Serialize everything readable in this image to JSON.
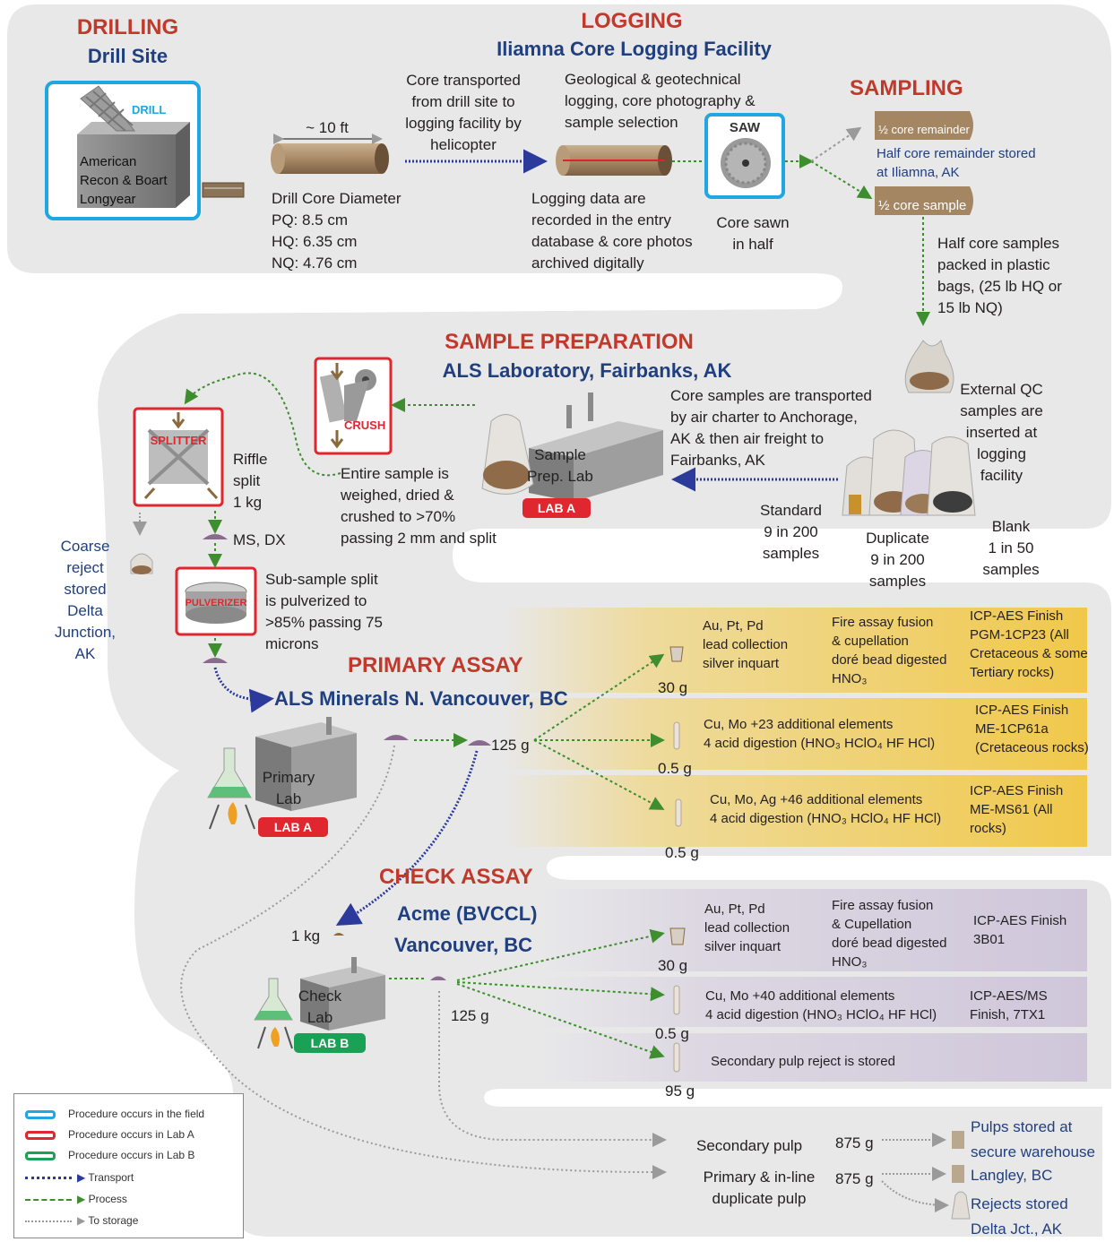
{
  "sections": {
    "drilling": {
      "title": "DRILLING",
      "subtitle": "Drill Site"
    },
    "logging": {
      "title": "LOGGING",
      "subtitle": "Iliamna Core Logging Facility"
    },
    "sampling": {
      "title": "SAMPLING"
    },
    "sample_prep": {
      "title": "SAMPLE PREPARATION",
      "subtitle": "ALS Laboratory, Fairbanks, AK"
    },
    "primary_assay": {
      "title": "PRIMARY ASSAY",
      "subtitle": "ALS Minerals N. Vancouver, BC"
    },
    "check_assay": {
      "title": "CHECK ASSAY",
      "subtitle_1": "Acme (BVCCL)",
      "subtitle_2": "Vancouver, BC"
    }
  },
  "drilling": {
    "drill_label": "DRILL",
    "contractor": "American\nRecon & Boart\nLongyear",
    "core_length": "~ 10 ft",
    "core_diameter": "Drill Core Diameter\nPQ: 8.5 cm\nHQ: 6.35 cm\nNQ: 4.76 cm",
    "transport_note": "Core transported\nfrom drill site to\nlogging facility by\nhelicopter"
  },
  "logging": {
    "logging_note": "Geological & geotechnical\nlogging, core photography &\nsample selection",
    "data_note": "Logging data are\nrecorded in the entry\ndatabase & core photos\narchived digitally",
    "saw_label": "SAW",
    "saw_note": "Core sawn\nin half"
  },
  "sampling": {
    "remainder_label": "½ core remainder",
    "remainder_note": "Half core remainder stored\nat Iliamna, AK",
    "sample_label": "½ core sample",
    "packing_note": "Half core samples\npacked in plastic\nbags, (25 lb HQ or\n15 lb NQ)",
    "external_qc": "External QC\nsamples are\ninserted at\nlogging\nfacility",
    "transport_note": "Core samples are transported\nby air charter to Anchorage,\nAK & then air freight to\nFairbanks, AK",
    "standard": "Standard\n9 in 200\nsamples",
    "duplicate": "Duplicate\n9 in 200\nsamples",
    "blank": "Blank\n1 in 50\nsamples"
  },
  "sample_prep": {
    "crush_label": "CRUSH",
    "crush_note": "Entire sample is\nweighed, dried &\ncrushed to >70%\npassing 2 mm and split",
    "lab_label": "Sample\nPrep. Lab",
    "lab_badge": "LAB A",
    "splitter_label": "SPLITTER",
    "riffle_note": "Riffle\nsplit\n1 kg",
    "ms_dx": "MS, DX",
    "coarse_reject": "Coarse\nreject\nstored\nDelta\nJunction,\nAK",
    "pulverizer_label": "PULVERIZER",
    "pulverize_note": "Sub-sample split\nis pulverized to\n>85% passing 75\nmicrons"
  },
  "primary_assay": {
    "lab_label": "Primary\nLab",
    "lab_badge": "LAB A",
    "split_mass": "125 g",
    "rows": [
      {
        "analytes": "Au, Pt, Pd\nlead collection\nsilver inquart",
        "method": "Fire assay fusion\n& cupellation\ndoré bead digested\nHNO₃",
        "finish": "ICP-AES Finish\nPGM-1CP23 (All\nCretaceous & some\nTertiary rocks)",
        "mass": "30 g"
      },
      {
        "analytes": "Cu, Mo +23 additional elements\n4 acid digestion (HNO₃ HClO₄ HF HCl)",
        "finish": "ICP-AES Finish\nME-1CP61a\n(Cretaceous rocks)",
        "mass": "0.5 g"
      },
      {
        "analytes": "Cu, Mo, Ag +46 additional elements\n4 acid digestion (HNO₃ HClO₄ HF HCl)",
        "finish": "ICP-AES Finish\nME-MS61 (All\nrocks)",
        "mass": "0.5 g"
      }
    ]
  },
  "check_assay": {
    "input_mass": "1 kg",
    "lab_label": "Check\nLab",
    "lab_badge": "LAB B",
    "split_mass": "125 g",
    "rows": [
      {
        "analytes": "Au, Pt, Pd\nlead collection\nsilver inquart",
        "method": "Fire assay fusion\n& Cupellation\ndoré bead digested\nHNO₃",
        "finish": "ICP-AES Finish\n3B01",
        "mass": "30 g"
      },
      {
        "analytes": "Cu, Mo +40 additional elements\n4 acid digestion (HNO₃ HClO₄ HF HCl)",
        "finish": "ICP-AES/MS\nFinish, 7TX1",
        "mass": "0.5 g"
      },
      {
        "analytes": "Secondary pulp reject is stored",
        "mass": "95 g"
      }
    ]
  },
  "storage": {
    "secondary_pulp": "Secondary pulp",
    "secondary_mass": "875 g",
    "primary_pulp": "Primary & in-line\nduplicate pulp",
    "primary_mass": "875 g",
    "pulps_stored_1": "Pulps stored at\nsecure warehouse",
    "pulps_stored_2": "Langley, BC",
    "rejects_stored": "Rejects stored\nDelta Jct., AK"
  },
  "legend": {
    "field": "Procedure occurs in the field",
    "lab_a": "Procedure occurs in Lab A",
    "lab_b": "Procedure occurs in Lab B",
    "transport": "Transport",
    "process": "Process",
    "storage": "To storage"
  },
  "colors": {
    "background_band": "#e8e8e9",
    "primary_band": "#f3cf5c",
    "check_band": "#d7d0df",
    "field_blue": "#1ea7e1",
    "lab_red": "#e0262e",
    "lab_green": "#1aa155",
    "title_red": "#c0392b",
    "title_blue": "#1f3f7f",
    "process_green": "#3e8e2f",
    "transport_blue": "#2b3a9b"
  }
}
